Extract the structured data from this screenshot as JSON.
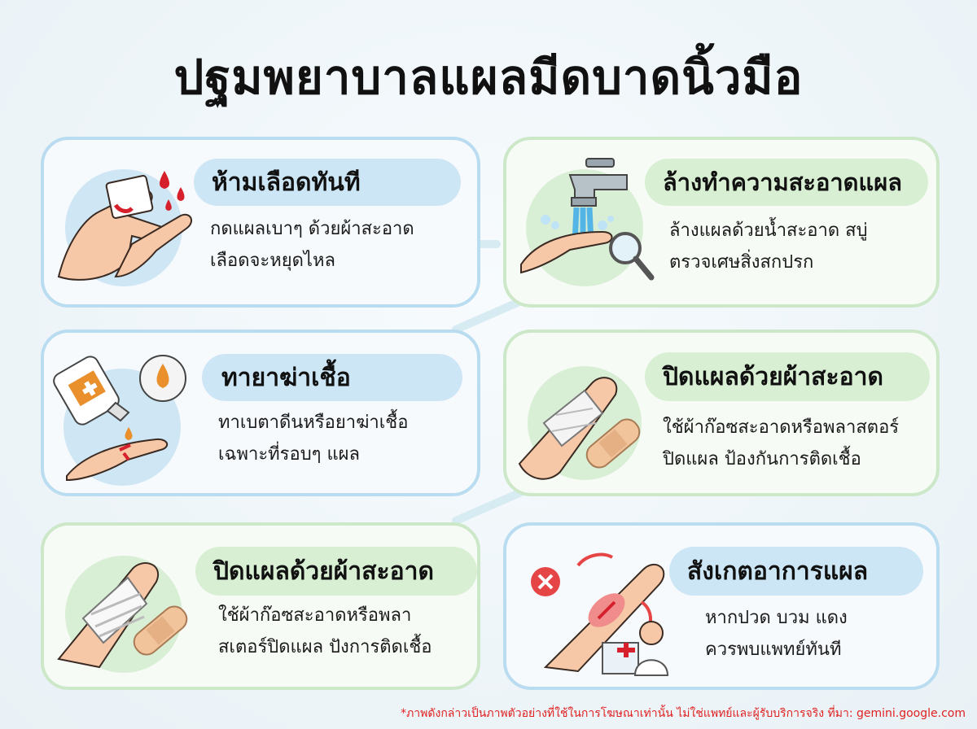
{
  "title": "ปฐมพยาบาลแผลมีดบาดนิ้วมือ",
  "cards": [
    {
      "heading": "ห้ามเลือดทันที",
      "line1": "กดแผลเบาๆ ด้วยผ้าสะอาด",
      "line2": "เลือดจะหยุดไหล",
      "theme": "blue",
      "icon": "hand-pressing-cloth-icon"
    },
    {
      "heading": "ล้างทำความสะอาดแผล",
      "line1": "ล้างแผลด้วยน้ำสะอาด สบู่",
      "line2": "ตรวจเศษสิ่งสกปรก",
      "theme": "green",
      "icon": "faucet-washing-icon"
    },
    {
      "heading": "ทายาฆ่าเชื้อ",
      "line1": "ทาเบตาดีนหรือยาฆ่าเชื้อ",
      "line2": "เฉพาะที่รอบๆ แผล",
      "theme": "blue",
      "icon": "antiseptic-bottle-icon"
    },
    {
      "heading": "ปิดแผลด้วยผ้าสะอาด",
      "line1": "ใช้ผ้าก๊อซสะอาดหรือพลาสตอร์",
      "line2": "ปิดแผล ป้องกันการติดเชื้อ",
      "theme": "green",
      "icon": "bandaged-finger-icon"
    },
    {
      "heading": "ปิดแผลด้วยผ้าสะอาด",
      "line1": "ใช้ผ้าก๊อซสะอาดหรือพลา",
      "line2": "สเตอร์ปิดแผล ปังการติดเชื้อ",
      "theme": "green",
      "icon": "wrapped-finger-icon"
    },
    {
      "heading": "สังเกตอาการแผล",
      "line1": "หากปวด บวม แดง",
      "line2": "ควรพบแพทย์ทันที",
      "theme": "blue",
      "icon": "inflamed-finger-doctor-icon"
    }
  ],
  "footer": "*ภาพดังกล่าวเป็นภาพตัวอย่างที่ใช้ในการโฆษณาเท่านั้น ไม่ใช่แพทย์และผู้รับบริการจริง ที่มา: gemini.google.com",
  "colors": {
    "blue_border": "#b9dcf0",
    "green_border": "#cce8c8",
    "blood": "#d6202c",
    "footer_red": "#e02020"
  }
}
